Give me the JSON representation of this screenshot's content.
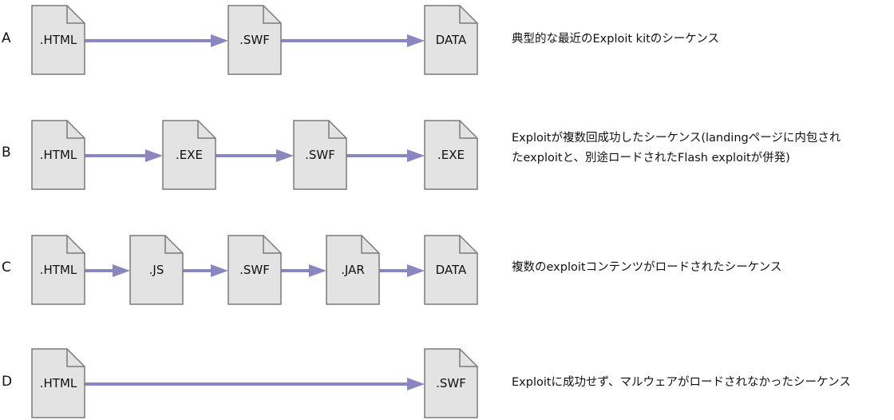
{
  "colors": {
    "arrow": "#8a86c0",
    "file_fill": "#e3e3e3",
    "file_stroke": "#7a7a7a"
  },
  "rows": [
    {
      "letter": "A",
      "files": [
        ".HTML",
        ".SWF",
        "DATA"
      ],
      "description_lines": [
        "典型的な最近のExploit kitのシーケンス"
      ]
    },
    {
      "letter": "B",
      "files": [
        ".HTML",
        ".EXE",
        ".SWF",
        ".EXE"
      ],
      "description_lines": [
        "Exploitが複数回成功したシーケンス(landingページに内包され",
        "たexploitと、別途ロードされたFlash exploitが併発)"
      ]
    },
    {
      "letter": "C",
      "files": [
        ".HTML",
        ".JS",
        ".SWF",
        ".JAR",
        "DATA"
      ],
      "description_lines": [
        "複数のexploitコンテンツがロードされたシーケンス"
      ]
    },
    {
      "letter": "D",
      "files": [
        ".HTML",
        ".SWF"
      ],
      "description_lines": [
        "Exploitに成功せず、マルウェアがロードされなかったシーケンス"
      ]
    }
  ]
}
